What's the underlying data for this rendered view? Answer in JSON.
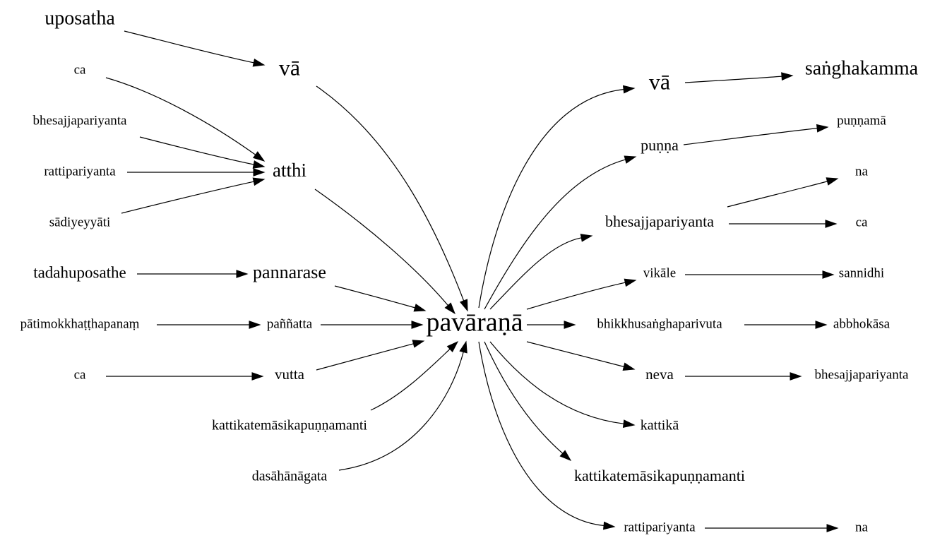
{
  "graph": {
    "nodes": [
      {
        "id": "uposatha",
        "label": "uposatha"
      },
      {
        "id": "va_left",
        "label": "vā"
      },
      {
        "id": "ca_top",
        "label": "ca"
      },
      {
        "id": "bhesajja_left",
        "label": "bhesajjapariyanta"
      },
      {
        "id": "ratti_left",
        "label": "rattipariyanta"
      },
      {
        "id": "sadiyeyyati",
        "label": "sādiyeyyāti"
      },
      {
        "id": "atthi",
        "label": "atthi"
      },
      {
        "id": "tadahuposathe",
        "label": "tadahuposathe"
      },
      {
        "id": "pannarase",
        "label": "pannarase"
      },
      {
        "id": "patimokkha",
        "label": "pātimokkhaṭṭhapanaṃ"
      },
      {
        "id": "pannatta",
        "label": "paññatta"
      },
      {
        "id": "ca_mid",
        "label": "ca"
      },
      {
        "id": "vutta",
        "label": "vutta"
      },
      {
        "id": "kattika_left",
        "label": "kattikatemāsikapuṇṇamanti"
      },
      {
        "id": "dasahanagata",
        "label": "dasāhānāgata"
      },
      {
        "id": "pavarana",
        "label": "pavāraṇā"
      },
      {
        "id": "va_right",
        "label": "vā"
      },
      {
        "id": "sanghakamma",
        "label": "saṅghakamma"
      },
      {
        "id": "punna",
        "label": "puṇṇa"
      },
      {
        "id": "punnama",
        "label": "puṇṇamā"
      },
      {
        "id": "bhesajja_right",
        "label": "bhesajjapariyanta"
      },
      {
        "id": "na_top",
        "label": "na"
      },
      {
        "id": "ca_right",
        "label": "ca"
      },
      {
        "id": "vikale",
        "label": "vikāle"
      },
      {
        "id": "sannidhi",
        "label": "sannidhi"
      },
      {
        "id": "bhikkhusangha",
        "label": "bhikkhusaṅghaparivuta"
      },
      {
        "id": "abbhokasa",
        "label": "abbhokāsa"
      },
      {
        "id": "neva",
        "label": "neva"
      },
      {
        "id": "bhesajja_far",
        "label": "bhesajjapariyanta"
      },
      {
        "id": "kattika_right",
        "label": "kattikā"
      },
      {
        "id": "kattika_full_right",
        "label": "kattikatemāsikapuṇṇamanti"
      },
      {
        "id": "ratti_right",
        "label": "rattipariyanta"
      },
      {
        "id": "na_bottom",
        "label": "na"
      }
    ],
    "edges": [
      {
        "from": "uposatha",
        "to": "va_left"
      },
      {
        "from": "ca_top",
        "to": "atthi"
      },
      {
        "from": "bhesajja_left",
        "to": "atthi"
      },
      {
        "from": "ratti_left",
        "to": "atthi"
      },
      {
        "from": "sadiyeyyati",
        "to": "atthi"
      },
      {
        "from": "va_left",
        "to": "pavarana"
      },
      {
        "from": "atthi",
        "to": "pavarana"
      },
      {
        "from": "tadahuposathe",
        "to": "pannarase"
      },
      {
        "from": "pannarase",
        "to": "pavarana"
      },
      {
        "from": "patimokkha",
        "to": "pannatta"
      },
      {
        "from": "pannatta",
        "to": "pavarana"
      },
      {
        "from": "ca_mid",
        "to": "vutta"
      },
      {
        "from": "vutta",
        "to": "pavarana"
      },
      {
        "from": "kattika_left",
        "to": "pavarana"
      },
      {
        "from": "dasahanagata",
        "to": "pavarana"
      },
      {
        "from": "pavarana",
        "to": "va_right"
      },
      {
        "from": "va_right",
        "to": "sanghakamma"
      },
      {
        "from": "pavarana",
        "to": "punna"
      },
      {
        "from": "punna",
        "to": "punnama"
      },
      {
        "from": "pavarana",
        "to": "bhesajja_right"
      },
      {
        "from": "bhesajja_right",
        "to": "na_top"
      },
      {
        "from": "bhesajja_right",
        "to": "ca_right"
      },
      {
        "from": "pavarana",
        "to": "vikale"
      },
      {
        "from": "vikale",
        "to": "sannidhi"
      },
      {
        "from": "pavarana",
        "to": "bhikkhusangha"
      },
      {
        "from": "bhikkhusangha",
        "to": "abbhokasa"
      },
      {
        "from": "pavarana",
        "to": "neva"
      },
      {
        "from": "neva",
        "to": "bhesajja_far"
      },
      {
        "from": "pavarana",
        "to": "kattika_right"
      },
      {
        "from": "pavarana",
        "to": "kattika_full_right"
      },
      {
        "from": "pavarana",
        "to": "ratti_right"
      },
      {
        "from": "ratti_right",
        "to": "na_bottom"
      }
    ]
  }
}
